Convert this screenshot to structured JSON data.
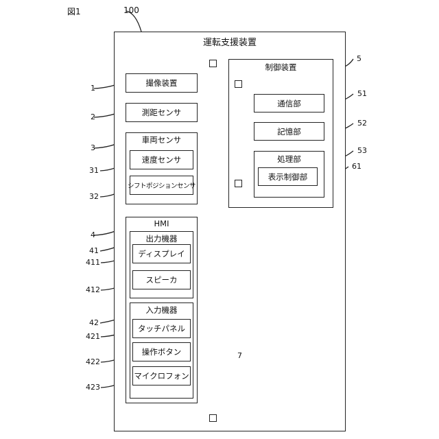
{
  "figure_label": "図1",
  "device": {
    "ref": "100",
    "title": "運転支援装置"
  },
  "bus": {
    "ref": "7"
  },
  "blocks": {
    "imaging": {
      "ref": "1",
      "label": "撮像装置"
    },
    "ranging": {
      "ref": "2",
      "label": "測距センサ"
    },
    "vehicle_sensor": {
      "ref": "3",
      "label": "車両センサ",
      "speed": {
        "ref": "31",
        "label": "速度センサ"
      },
      "shift": {
        "ref": "32",
        "label": "シフトポジションセンサ"
      }
    },
    "hmi": {
      "ref": "4",
      "label": "HMI",
      "output": {
        "ref": "41",
        "label": "出力機器",
        "display": {
          "ref": "411",
          "label": "ディスプレイ"
        },
        "speaker": {
          "ref": "412",
          "label": "スピーカ"
        }
      },
      "input": {
        "ref": "42",
        "label": "入力機器",
        "touch": {
          "ref": "421",
          "label": "タッチパネル"
        },
        "buttons": {
          "ref": "422",
          "label": "操作ボタン"
        },
        "mic": {
          "ref": "423",
          "label": "マイクロフォン"
        }
      }
    },
    "controller": {
      "ref": "5",
      "label": "制御装置",
      "comm": {
        "ref": "51",
        "label": "通信部"
      },
      "storage": {
        "ref": "52",
        "label": "記憶部"
      },
      "processing": {
        "ref": "53",
        "label": "処理部",
        "display_ctrl": {
          "ref": "61",
          "label": "表示制御部"
        }
      }
    }
  }
}
